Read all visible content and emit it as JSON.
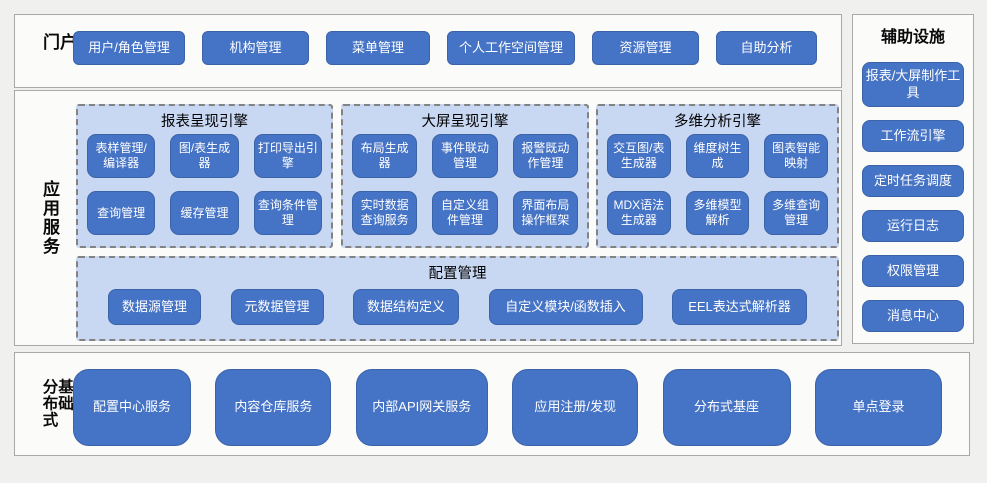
{
  "colors": {
    "page-bg": "#f0f0ee",
    "section-bg": "#fbfbf9",
    "section-border": "#a9a9a9",
    "node-blue": "#4573c5",
    "node-border": "#3b63a8",
    "group-bg": "#c8d7f2",
    "group-border": "#828282"
  },
  "portal": {
    "label": "门户",
    "buttons": [
      "用户/角色管理",
      "机构管理",
      "菜单管理",
      "个人工作空间管理",
      "资源管理",
      "自助分析"
    ]
  },
  "auxiliary": {
    "label": "辅助设施",
    "buttons": [
      "报表/大屏制作工具",
      "工作流引擎",
      "定时任务调度",
      "运行日志",
      "权限管理",
      "消息中心"
    ]
  },
  "app_services": {
    "label": "应用服务",
    "engines": [
      {
        "title": "报表呈现引擎",
        "buttons": [
          "表样管理/编译器",
          "图/表生成器",
          "打印导出引擎",
          "查询管理",
          "缓存管理",
          "查询条件管理"
        ]
      },
      {
        "title": "大屏呈现引擎",
        "buttons": [
          "布局生成器",
          "事件联动管理",
          "报警既动作管理",
          "实时数据查询服务",
          "自定义组件管理",
          "界面布局操作框架"
        ]
      },
      {
        "title": "多维分析引擎",
        "buttons": [
          "交互图/表生成器",
          "维度树生成",
          "图表智能映射",
          "MDX语法生成器",
          "多维模型解析",
          "多维查询管理"
        ]
      }
    ],
    "config": {
      "title": "配置管理",
      "buttons": [
        "数据源管理",
        "元数据管理",
        "数据结构定义",
        "自定义模块/函数插入",
        "EEL表达式解析器"
      ]
    }
  },
  "distributed": {
    "label": "分布式基础",
    "buttons": [
      "配置中心服务",
      "内容仓库服务",
      "内部API网关服务",
      "应用注册/发现",
      "分布式基座",
      "单点登录"
    ]
  }
}
